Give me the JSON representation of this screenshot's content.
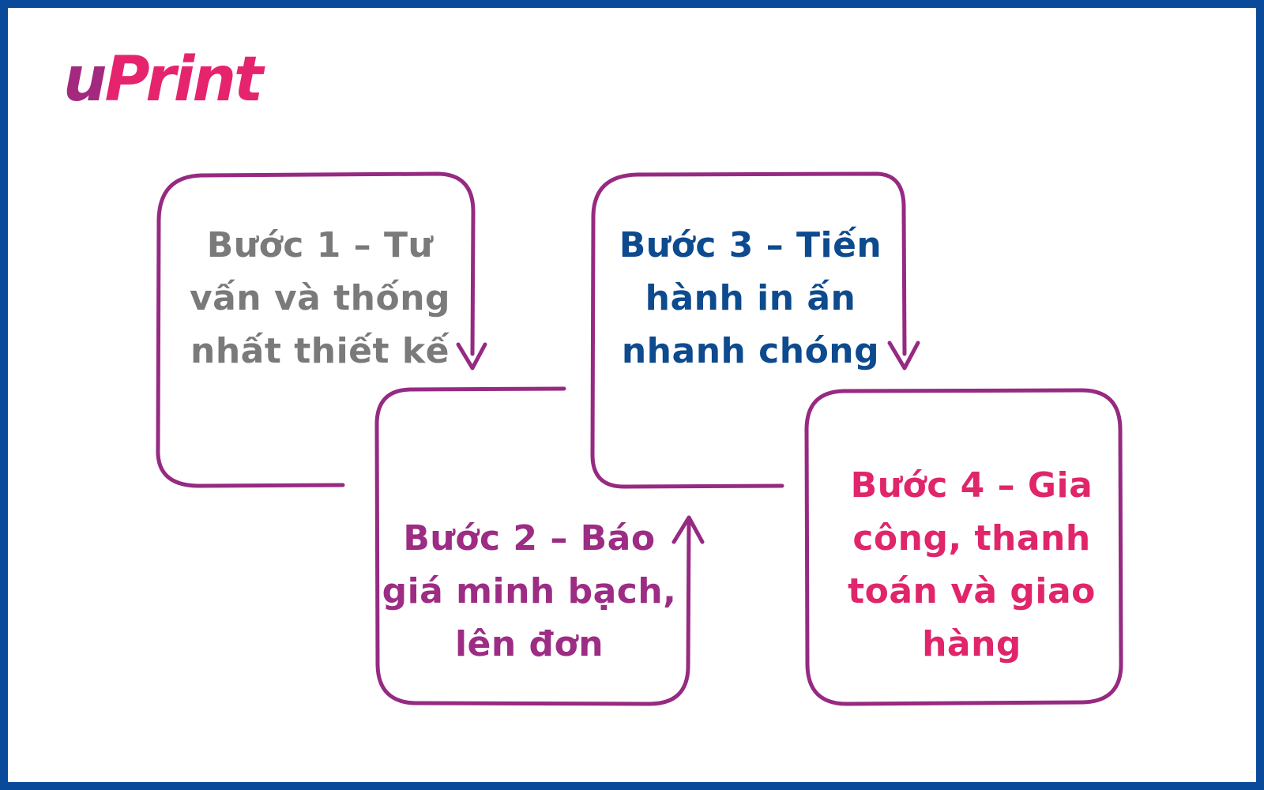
{
  "brand": {
    "logo_text": "uPrint",
    "primary_color": "#e6246e",
    "accent_color": "#a3297f",
    "frame_color": "#0a4a9a"
  },
  "diagram": {
    "line_color": "#962a82",
    "steps": [
      {
        "label": "Bước 1 – Tư vấn và thống nhất thiết kế",
        "color": "#7a7a7a"
      },
      {
        "label": "Bước 2 – Báo giá minh bạch, lên đơn",
        "color": "#9c2c84"
      },
      {
        "label": "Bước 3 – Tiến hành in ấn nhanh chóng",
        "color": "#0d4a8e"
      },
      {
        "label": "Bước 4 – Gia công, thanh toán và giao hàng",
        "color": "#e0256b"
      }
    ]
  }
}
